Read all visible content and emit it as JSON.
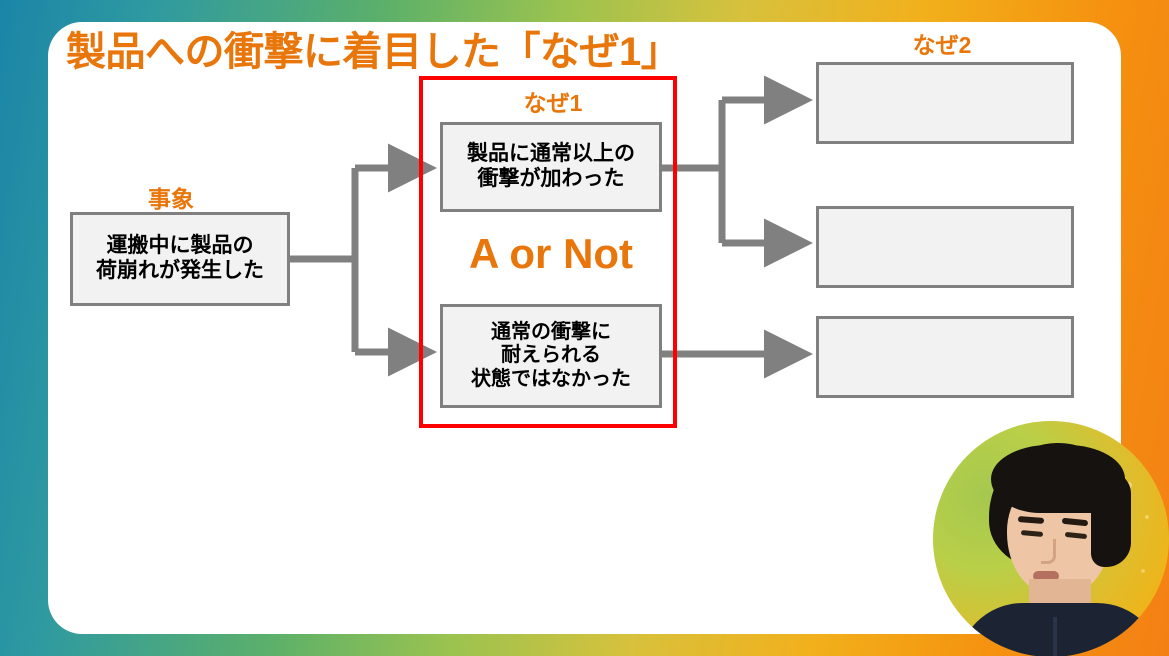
{
  "slide": {
    "title": "製品への衝撃に着目した「なぜ1」",
    "accent_color": "#E8760B",
    "highlight_color": "#FF0000",
    "node_border_color": "#808080",
    "node_fill_color": "#F2F2F2"
  },
  "captions": {
    "event": "事象",
    "why1": "なぜ1",
    "why2": "なぜ2"
  },
  "nodes": {
    "event": "運搬中に製品の\n荷崩れが発生した",
    "cause_a": "製品に通常以上の\n衝撃が加わった",
    "cause_b": "通常の衝撃に\n耐えられる\n状態ではなかった",
    "why2_1": "",
    "why2_2": "",
    "why2_3": ""
  },
  "decision": {
    "label": "A or Not"
  },
  "presenter": {
    "alt": "presenter-video-bubble"
  }
}
